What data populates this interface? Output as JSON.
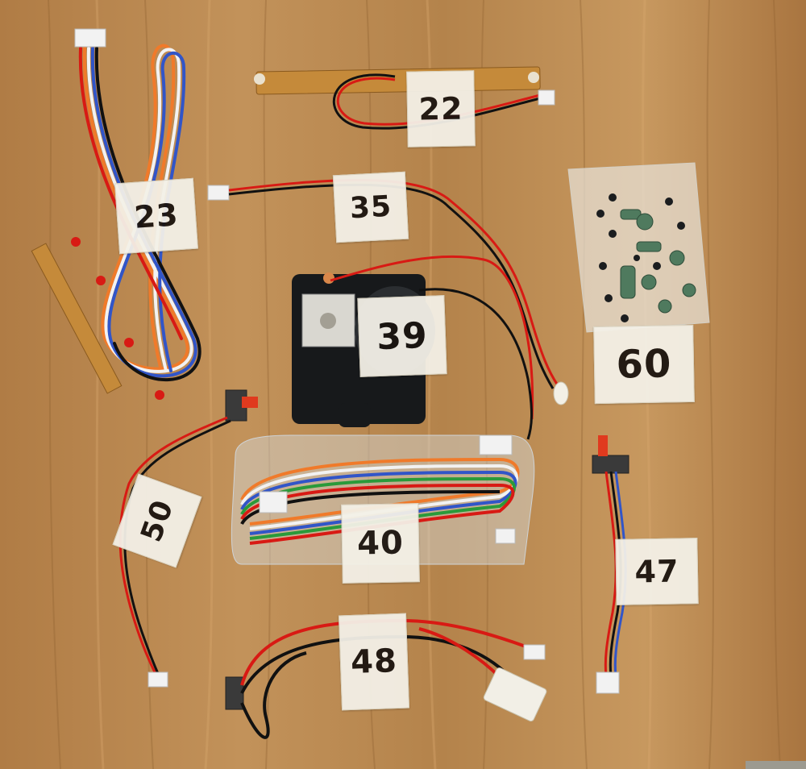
{
  "colors": {
    "wood_base": "#b98a52",
    "wood_dark": "#8f6232",
    "wood_light": "#cf9f66",
    "tape": "#f4f1e8",
    "pcb": "#c58a3a",
    "wire_red": "#d81a14",
    "wire_black": "#111111",
    "wire_white": "#f2f2f2",
    "wire_blue": "#3155c8",
    "wire_orange": "#f07a2a",
    "module_black": "#17191b",
    "screw_green": "#4f7a5e"
  },
  "labels": [
    {
      "id": "22",
      "text": "22"
    },
    {
      "id": "23",
      "text": "23"
    },
    {
      "id": "35",
      "text": "35"
    },
    {
      "id": "39",
      "text": "39"
    },
    {
      "id": "60",
      "text": "60"
    },
    {
      "id": "50",
      "text": "50"
    },
    {
      "id": "40",
      "text": "40"
    },
    {
      "id": "47",
      "text": "47"
    },
    {
      "id": "48",
      "text": "48"
    }
  ]
}
